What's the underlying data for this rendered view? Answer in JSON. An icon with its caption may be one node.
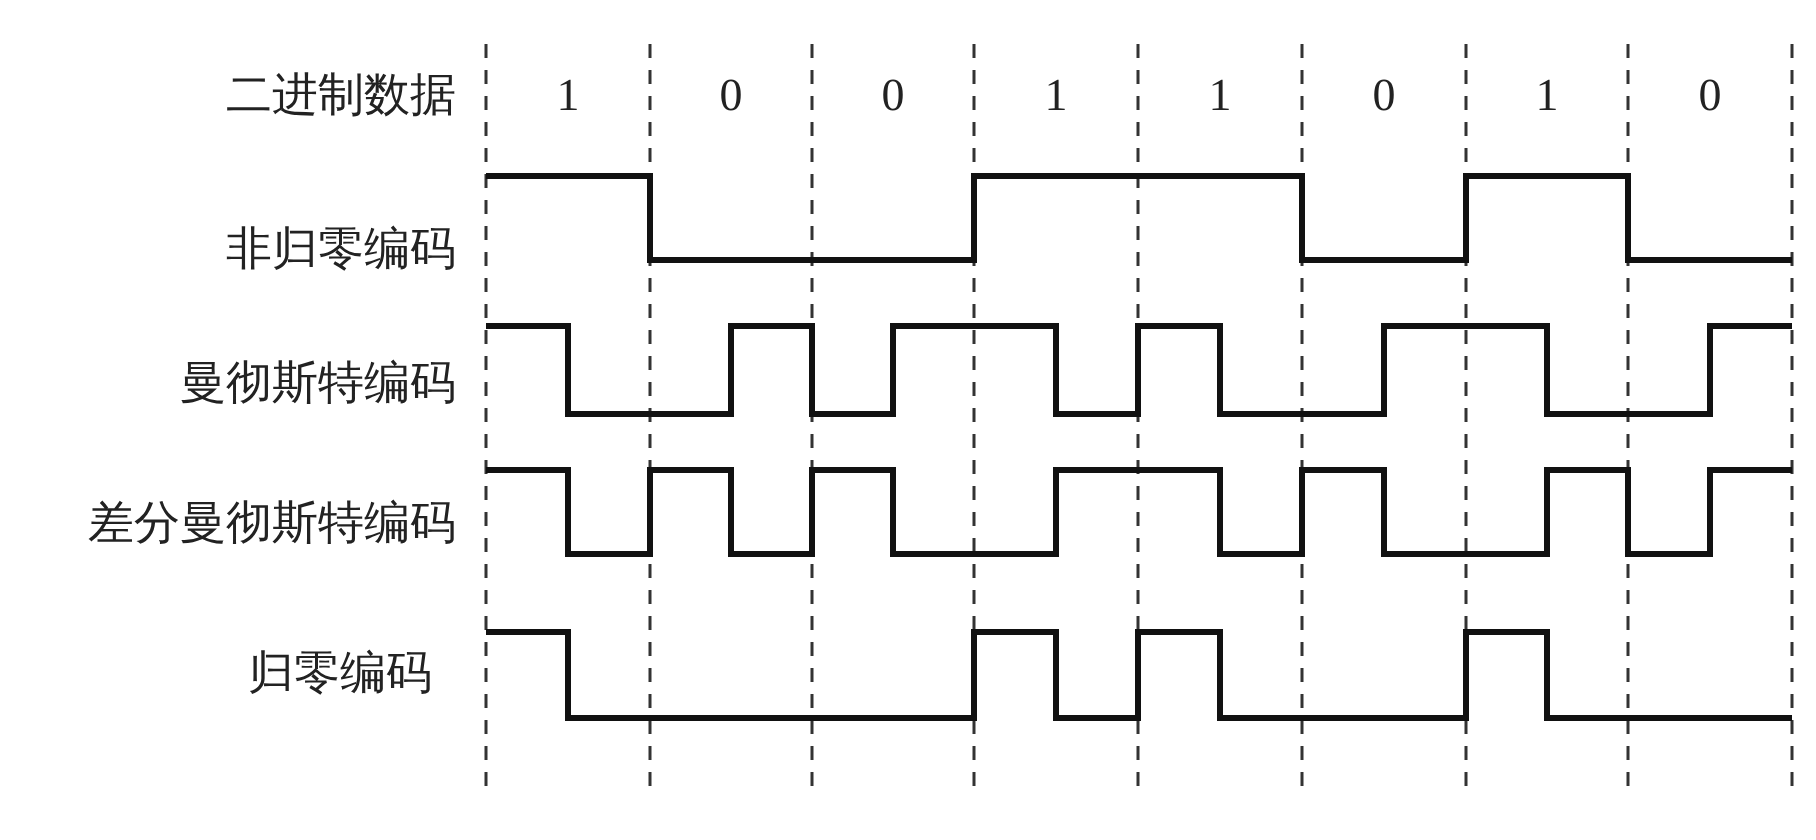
{
  "diagram": {
    "labels": [
      "二进制数据",
      "1",
      "0",
      "0",
      "1",
      "1",
      "0",
      "1",
      "0",
      "非归零编码",
      "曼彻斯特编码",
      "差分曼彻斯特编码",
      "归零编码"
    ]
  }
}
